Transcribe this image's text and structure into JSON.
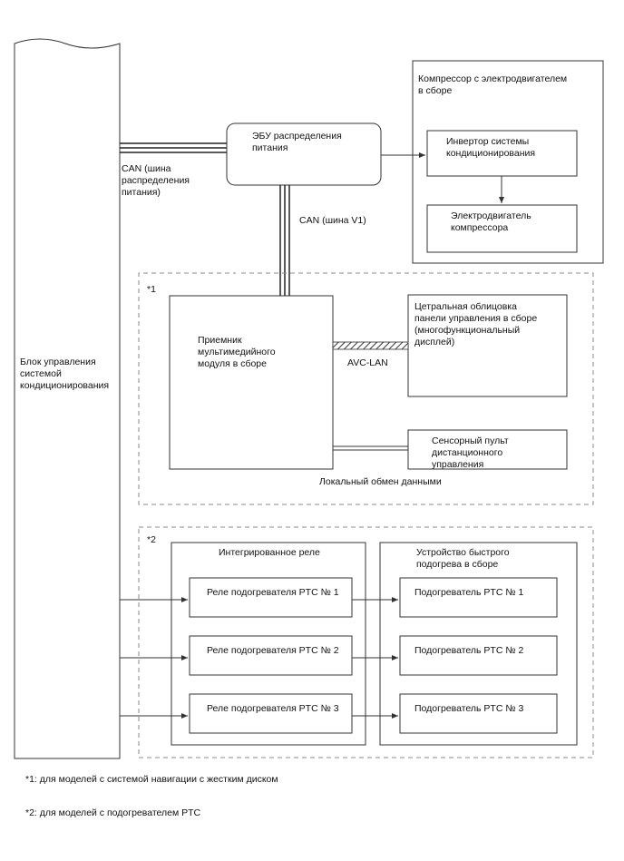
{
  "blocks": {
    "ac_ecu": "Блок управления|системой|кондиционирования",
    "power_ecu": "ЭБУ распределения|питания",
    "compressor": "Компрессор с электродвигателем|в сборе",
    "inverter": "Инвертор системы|кондиционирования",
    "motor": "Электродвигатель|компрессора",
    "multimedia": "Приемник|мультимедийного|модуля в сборе",
    "center_panel": "Цетральная облицовка|панели управления в сборе|(многофункциональный|дисплей)",
    "touchpad": "Сенсорный пульт|дистанционного|управления",
    "integrated_relay": "Интегрированное реле",
    "quick_heater": "Устройство быстрого|подогрева в сборе",
    "relay_1": "Реле подогревателя PTC № 1",
    "relay_2": "Реле подогревателя PTC № 2",
    "relay_3": "Реле подогревателя PTC № 3",
    "heater_1": "Подогреватель PTC № 1",
    "heater_2": "Подогреватель PTC № 2",
    "heater_3": "Подогреватель PTC № 3"
  },
  "buses": {
    "can_power": "CAN (шина|распределения|питания)",
    "can_v1": "CAN (шина V1)",
    "avc_lan": "AVC-LAN",
    "local": "Локальный обмен данными"
  },
  "groups": {
    "g1": "*1",
    "g2": "*2"
  },
  "notes": {
    "n1": "*1: для моделей с системой навигации с жестким диском",
    "n2": "*2: для моделей с подогревателем PTC"
  }
}
